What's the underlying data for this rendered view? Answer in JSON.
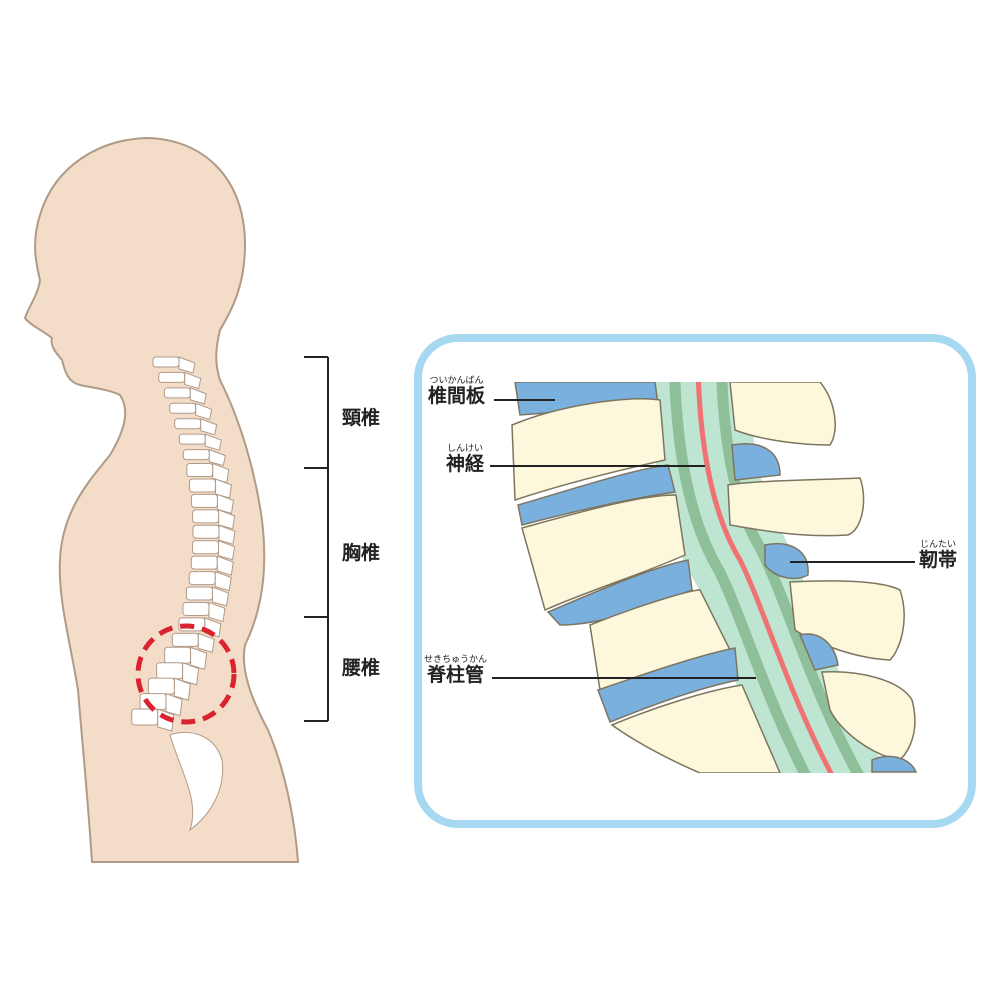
{
  "colors": {
    "skin": "#f3dcc8",
    "skin_outline": "#b09a88",
    "bone": "#ffffff",
    "bone_detail": "#fdf8dc",
    "disk": "#7ab0de",
    "canal_light": "#bde5d1",
    "canal_dark": "#8fbf98",
    "nerve": "#f07272",
    "highlight": "#d9232e",
    "panel_border": "#a6d9f1"
  },
  "regions": [
    {
      "name": "頸椎"
    },
    {
      "name": "胸椎"
    },
    {
      "name": "腰椎"
    }
  ],
  "detail_labels": {
    "disc": {
      "ruby": "ついかんばん",
      "text": "椎間板"
    },
    "nerve": {
      "ruby": "しんけい",
      "text": "神経"
    },
    "ligament": {
      "ruby": "じんたい",
      "text": "靭帯"
    },
    "canal": {
      "ruby": "せきちゅうかん",
      "text": "脊柱管"
    }
  }
}
